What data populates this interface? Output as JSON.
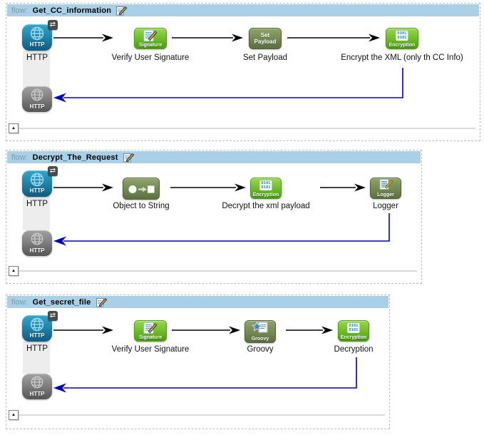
{
  "title": "Mule flow editor canvas",
  "icons": {
    "exchange_badge": "⇄",
    "collapse": "▲"
  },
  "colors": {
    "header_bg": "#a9d0e6",
    "flow_prefix_text": "#7e99a8",
    "forward_arrow": "#000000",
    "response_connector": "#0000bb",
    "http_endpoint_blue": "#1b7fa8",
    "http_response_gray": "#6e6e6e",
    "security_green": "#6dbd2a",
    "transformer_olive": "#74885c"
  },
  "flows": [
    {
      "prefix": "flow:",
      "name": "Get_CC_information",
      "source": {
        "icon_caption": "HTTP",
        "label": "HTTP"
      },
      "response": {
        "icon_caption": "HTTP"
      },
      "steps": [
        {
          "label": "Verify User Signature",
          "icon_caption": "Signature"
        },
        {
          "label": "Set Payload",
          "icon_line1": "Set",
          "icon_line2": "Payload"
        },
        {
          "label": "Encrypt the XML (only th CC Info)",
          "icon_caption": "Encryption",
          "code1": "0101",
          "code2": "0101"
        }
      ]
    },
    {
      "prefix": "flow:",
      "name": "Decrypt_The_Request",
      "source": {
        "icon_caption": "HTTP",
        "label": "HTTP"
      },
      "response": {
        "icon_caption": "HTTP"
      },
      "steps": [
        {
          "label": "Object to String"
        },
        {
          "label": "Decrypt the xml payload",
          "icon_caption": "Encryption",
          "code1": "0101",
          "code2": "0101"
        },
        {
          "label": "Logger",
          "icon_caption": "Logger"
        }
      ]
    },
    {
      "prefix": "flow:",
      "name": "Get_secret_file",
      "source": {
        "icon_caption": "HTTP",
        "label": "HTTP"
      },
      "response": {
        "icon_caption": "HTTP"
      },
      "steps": [
        {
          "label": "Verify User Signature",
          "icon_caption": "Signature"
        },
        {
          "label": "Groovy",
          "icon_caption": "Groovy"
        },
        {
          "label": "Decryption",
          "icon_caption": "Encryption",
          "code1": "0101",
          "code2": "0101"
        }
      ]
    }
  ]
}
